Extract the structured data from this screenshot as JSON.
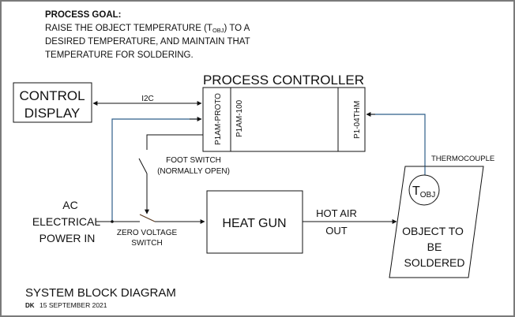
{
  "goal": {
    "heading": "PROCESS GOAL:",
    "line1_pre": "RAISE THE OBJECT TEMPERATURE (T",
    "line1_sub": "OBJ",
    "line1_post": ") TO A",
    "line2": "DESIRED TEMPERATURE, AND MAINTAIN THAT",
    "line3": "TEMPERATURE FOR SOLDERING."
  },
  "blocks": {
    "control_display": {
      "line1": "CONTROL",
      "line2": "DISPLAY"
    },
    "process_controller": {
      "title": "PROCESS CONTROLLER",
      "modules": [
        "P1AM-PROTO",
        "P1AM-100",
        "P1-04THM"
      ]
    },
    "heat_gun": {
      "label": "HEAT GUN"
    },
    "object": {
      "line1": "OBJECT TO",
      "line2": "BE",
      "line3": "SOLDERED"
    },
    "sensor": {
      "main": "T",
      "sub": "OBJ"
    }
  },
  "labels": {
    "i2c": "I2C",
    "foot_switch_1": "FOOT SWITCH",
    "foot_switch_2": "(NORMALLY OPEN)",
    "ac_1": "AC",
    "ac_2": "ELECTRICAL",
    "ac_3": "POWER IN",
    "zero_voltage_1": "ZERO VOLTAGE",
    "zero_voltage_2": "SWITCH",
    "hot_air_1": "HOT AIR",
    "hot_air_2": "OUT",
    "thermocouple": "THERMOCOUPLE"
  },
  "footer": {
    "title": "SYSTEM BLOCK DIAGRAM",
    "initials": "DK",
    "date": "15 SEPTEMBER 2021"
  },
  "colors": {
    "line": "#111111",
    "blue_wire": "#2f5f8a",
    "frame": "#7a7a7a"
  }
}
